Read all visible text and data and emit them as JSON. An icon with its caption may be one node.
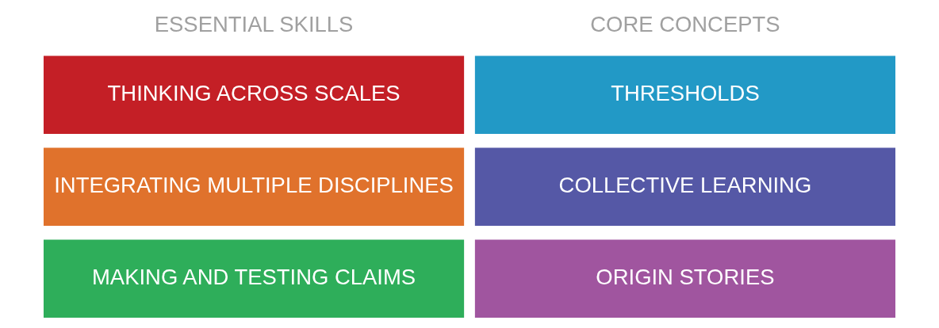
{
  "diagram": {
    "nodes": [
      {
        "text": [
          "THINKING ACROSS SCALES"
        ]
      },
      {
        "text": [
          "INTEGRATING MULTIPLE DISCIPLINES"
        ]
      },
      {
        "text": [
          "MAKING AND TESTING CLAIMS"
        ]
      },
      {
        "text": [
          "THRESHOLDS"
        ]
      },
      {
        "text": [
          "COLLECTIVE LEARNING"
        ]
      },
      {
        "text": [
          "ORIGIN STORIES"
        ]
      }
    ],
    "labels": [
      "ESSENTIAL SKILLS",
      "CORE CONCEPTS"
    ]
  }
}
